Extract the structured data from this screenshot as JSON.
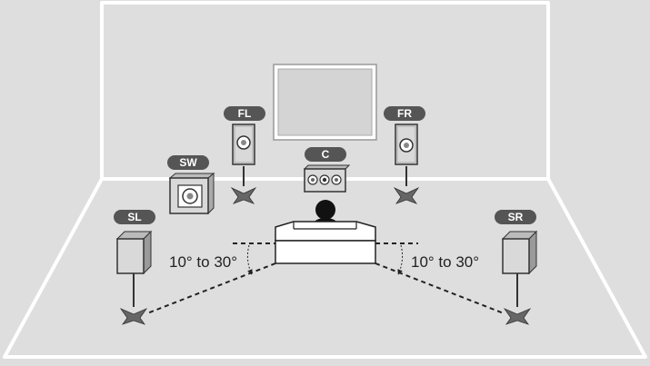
{
  "speakers": {
    "front_left": "FL",
    "front_right": "FR",
    "center": "C",
    "subwoofer": "SW",
    "surround_left": "SL",
    "surround_right": "SR"
  },
  "angle_left": "10° to 30°",
  "angle_right": "10° to 30°",
  "colors": {
    "room_fill": "#dedede",
    "room_line": "#ffffff",
    "speaker_fill": "#d9d9d9",
    "speaker_stroke": "#3a3a3a",
    "label_fill": "#555555",
    "label_text": "#ffffff",
    "tv_fill": "#d4d4d4",
    "dashed_line": "#222222"
  }
}
